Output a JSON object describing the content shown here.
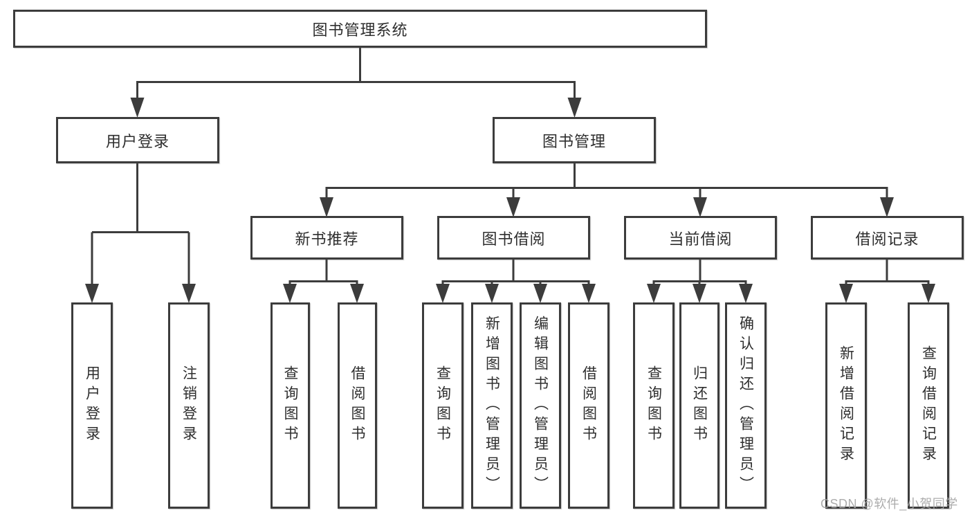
{
  "diagram": {
    "root": "图书管理系统",
    "level2": {
      "user_login": "用户登录",
      "book_mgmt": "图书管理"
    },
    "level3": {
      "new_book": "新书推荐",
      "borrow": "图书借阅",
      "current": "当前借阅",
      "records": "借阅记录"
    },
    "leaves": {
      "user_login": "用户登录",
      "logout": "注销登录",
      "nb_query": "查询图书",
      "nb_borrow": "借阅图书",
      "bb_query": "查询图书",
      "bb_add": "新增图书（管理员）",
      "bb_edit": "编辑图书（管理员）",
      "bb_borrow": "借阅图书",
      "cb_query": "查询图书",
      "cb_return": "归还图书",
      "cb_confirm": "确认归还（管理员）",
      "rc_add": "新增借阅记录",
      "rc_query": "查询借阅记录"
    }
  },
  "watermark": "CSDN @软件_小贺同学",
  "colors": {
    "line": "#3c3c3c",
    "text": "#2e2e2e",
    "watermark": "#a6a6a6",
    "background": "#ffffff"
  }
}
